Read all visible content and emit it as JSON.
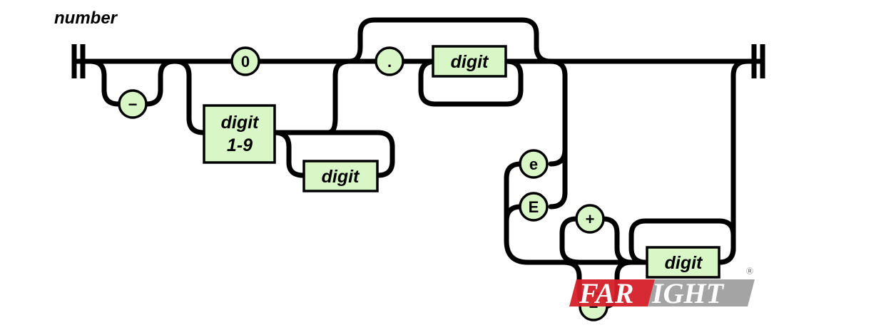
{
  "diagram": {
    "title": "number",
    "nodes": {
      "zero": "0",
      "minus": "−",
      "dot": ".",
      "digit_1_9_line1": "digit",
      "digit_1_9_line2": "1-9",
      "digit_int": "digit",
      "digit_frac": "digit",
      "e_lower": "e",
      "e_upper": "E",
      "plus": "+",
      "minus_exp": "−",
      "digit_exp": "digit"
    },
    "colors": {
      "node_fill": "#d9f7c6",
      "track": "#000000"
    }
  },
  "watermark": {
    "left_text": "FAR",
    "right_text": "IGHT",
    "small_text": "Ⓡ",
    "colors": {
      "red": "#d4202a",
      "gray": "#9a9a9a"
    }
  }
}
